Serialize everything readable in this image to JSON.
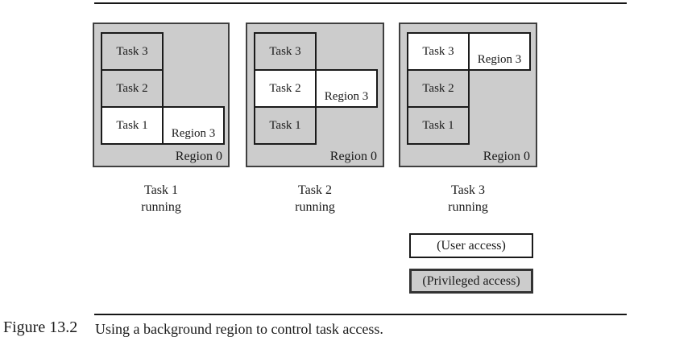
{
  "colors": {
    "region0_fill": "#cccccc",
    "privileged_fill": "#cccccc",
    "user_fill": "#ffffff",
    "border": "#1a1a1a"
  },
  "panels": [
    {
      "region0_label": "Region 0",
      "region3_label": "Region 3",
      "region3_aligned_with": "Task 1",
      "tasks": [
        {
          "label": "Task 3",
          "access": "privileged",
          "fill": "#cccccc"
        },
        {
          "label": "Task 2",
          "access": "privileged",
          "fill": "#cccccc"
        },
        {
          "label": "Task 1",
          "access": "user",
          "fill": "#ffffff"
        }
      ],
      "caption_line1": "Task 1",
      "caption_line2": "running"
    },
    {
      "region0_label": "Region 0",
      "region3_label": "Region 3",
      "region3_aligned_with": "Task 2",
      "tasks": [
        {
          "label": "Task 3",
          "access": "privileged",
          "fill": "#cccccc"
        },
        {
          "label": "Task 2",
          "access": "user",
          "fill": "#ffffff"
        },
        {
          "label": "Task 1",
          "access": "privileged",
          "fill": "#cccccc"
        }
      ],
      "caption_line1": "Task 2",
      "caption_line2": "running"
    },
    {
      "region0_label": "Region 0",
      "region3_label": "Region 3",
      "region3_aligned_with": "Task 3",
      "tasks": [
        {
          "label": "Task 3",
          "access": "user",
          "fill": "#ffffff"
        },
        {
          "label": "Task 2",
          "access": "privileged",
          "fill": "#cccccc"
        },
        {
          "label": "Task 1",
          "access": "privileged",
          "fill": "#cccccc"
        }
      ],
      "caption_line1": "Task 3",
      "caption_line2": "running"
    }
  ],
  "legend": [
    {
      "label": "(User access)",
      "fill": "#ffffff"
    },
    {
      "label": "(Privileged access)",
      "fill": "#cccccc"
    }
  ],
  "figure": {
    "label": "Figure 13.2",
    "caption": "Using a background region to control task access."
  }
}
